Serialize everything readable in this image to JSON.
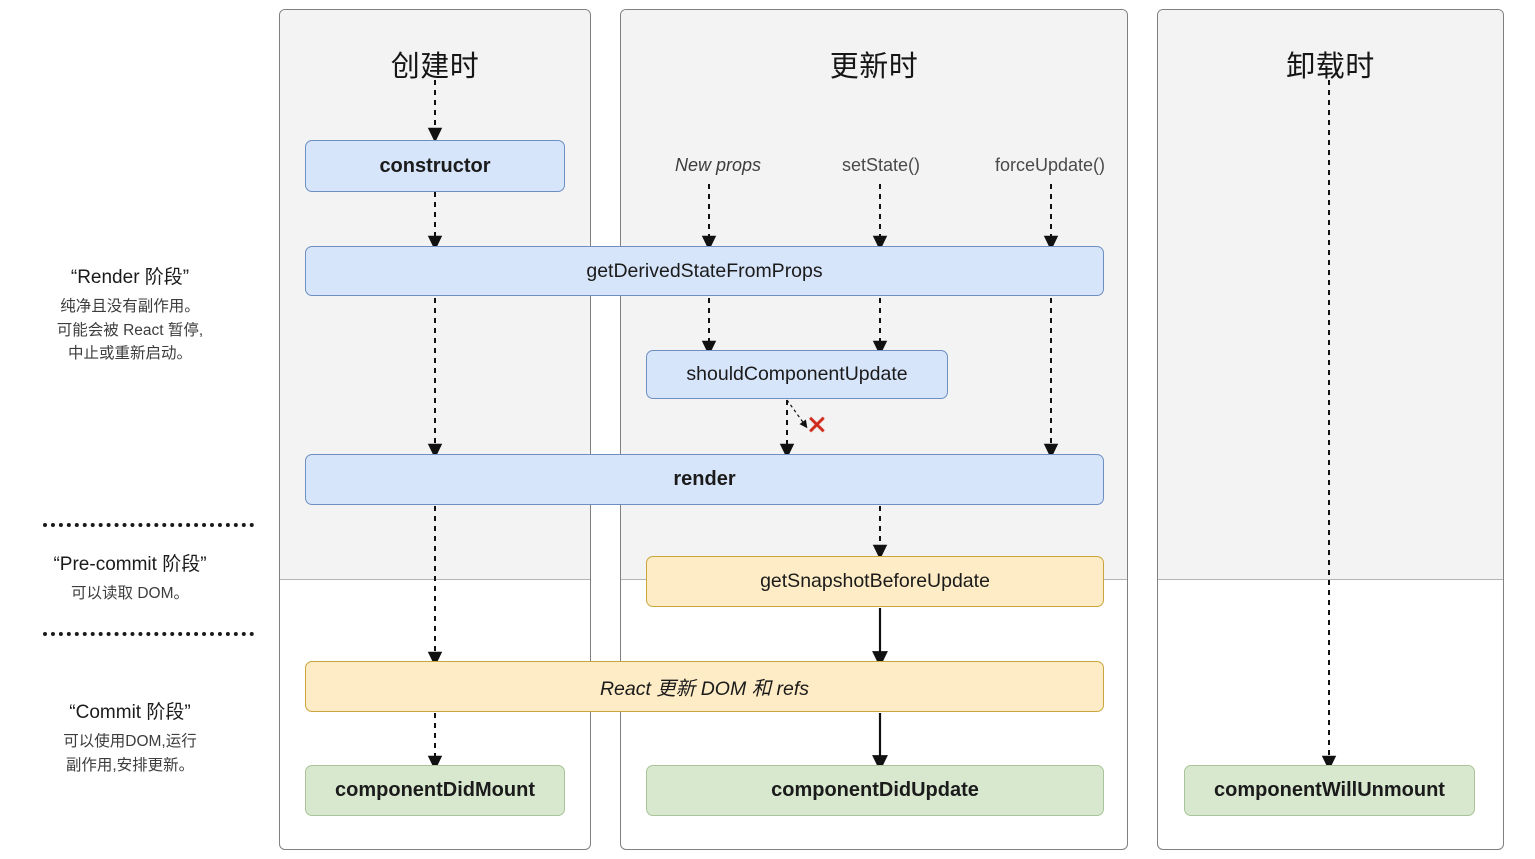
{
  "columns": [
    {
      "id": "mounting",
      "title": "创建时"
    },
    {
      "id": "updating",
      "title": "更新时"
    },
    {
      "id": "unmounting",
      "title": "卸载时"
    }
  ],
  "phases": [
    {
      "id": "render",
      "title": "“Render 阶段”",
      "description": "纯净且没有副作用。\n可能会被 React 暂停,\n中止或重新启动。"
    },
    {
      "id": "pre-commit",
      "title": "“Pre-commit 阶段”",
      "description": "可以读取 DOM。"
    },
    {
      "id": "commit",
      "title": "“Commit 阶段”",
      "description": "可以使用DOM,运行\n副作用,安排更新。"
    }
  ],
  "triggers": [
    {
      "id": "new-props",
      "label": "New props",
      "italic": true
    },
    {
      "id": "set-state",
      "label": "setState()",
      "italic": false
    },
    {
      "id": "force-update",
      "label": "forceUpdate()",
      "italic": false
    }
  ],
  "lifecycle": {
    "constructor": "constructor",
    "get_derived_state_from_props": "getDerivedStateFromProps",
    "should_component_update": "shouldComponentUpdate",
    "render": "render",
    "get_snapshot_before_update": "getSnapshotBeforeUpdate",
    "react_updates_dom": "React 更新 DOM 和 refs",
    "component_did_mount": "componentDidMount",
    "component_did_update": "componentDidUpdate",
    "component_will_unmount": "componentWillUnmount"
  },
  "markers": {
    "skip_render": "✕"
  },
  "colors": {
    "blue_fill": "#d7e5fa",
    "blue_stroke": "#6d8fc4",
    "yellow_fill": "#fdecc5",
    "yellow_stroke": "#c9a63c",
    "green_fill": "#d8e8cf",
    "green_stroke": "#a8c498",
    "panel_gray": "#f3f3f3",
    "panel_border": "#808080",
    "x_red": "#cf2a1b",
    "arrow_black": "#111111"
  }
}
